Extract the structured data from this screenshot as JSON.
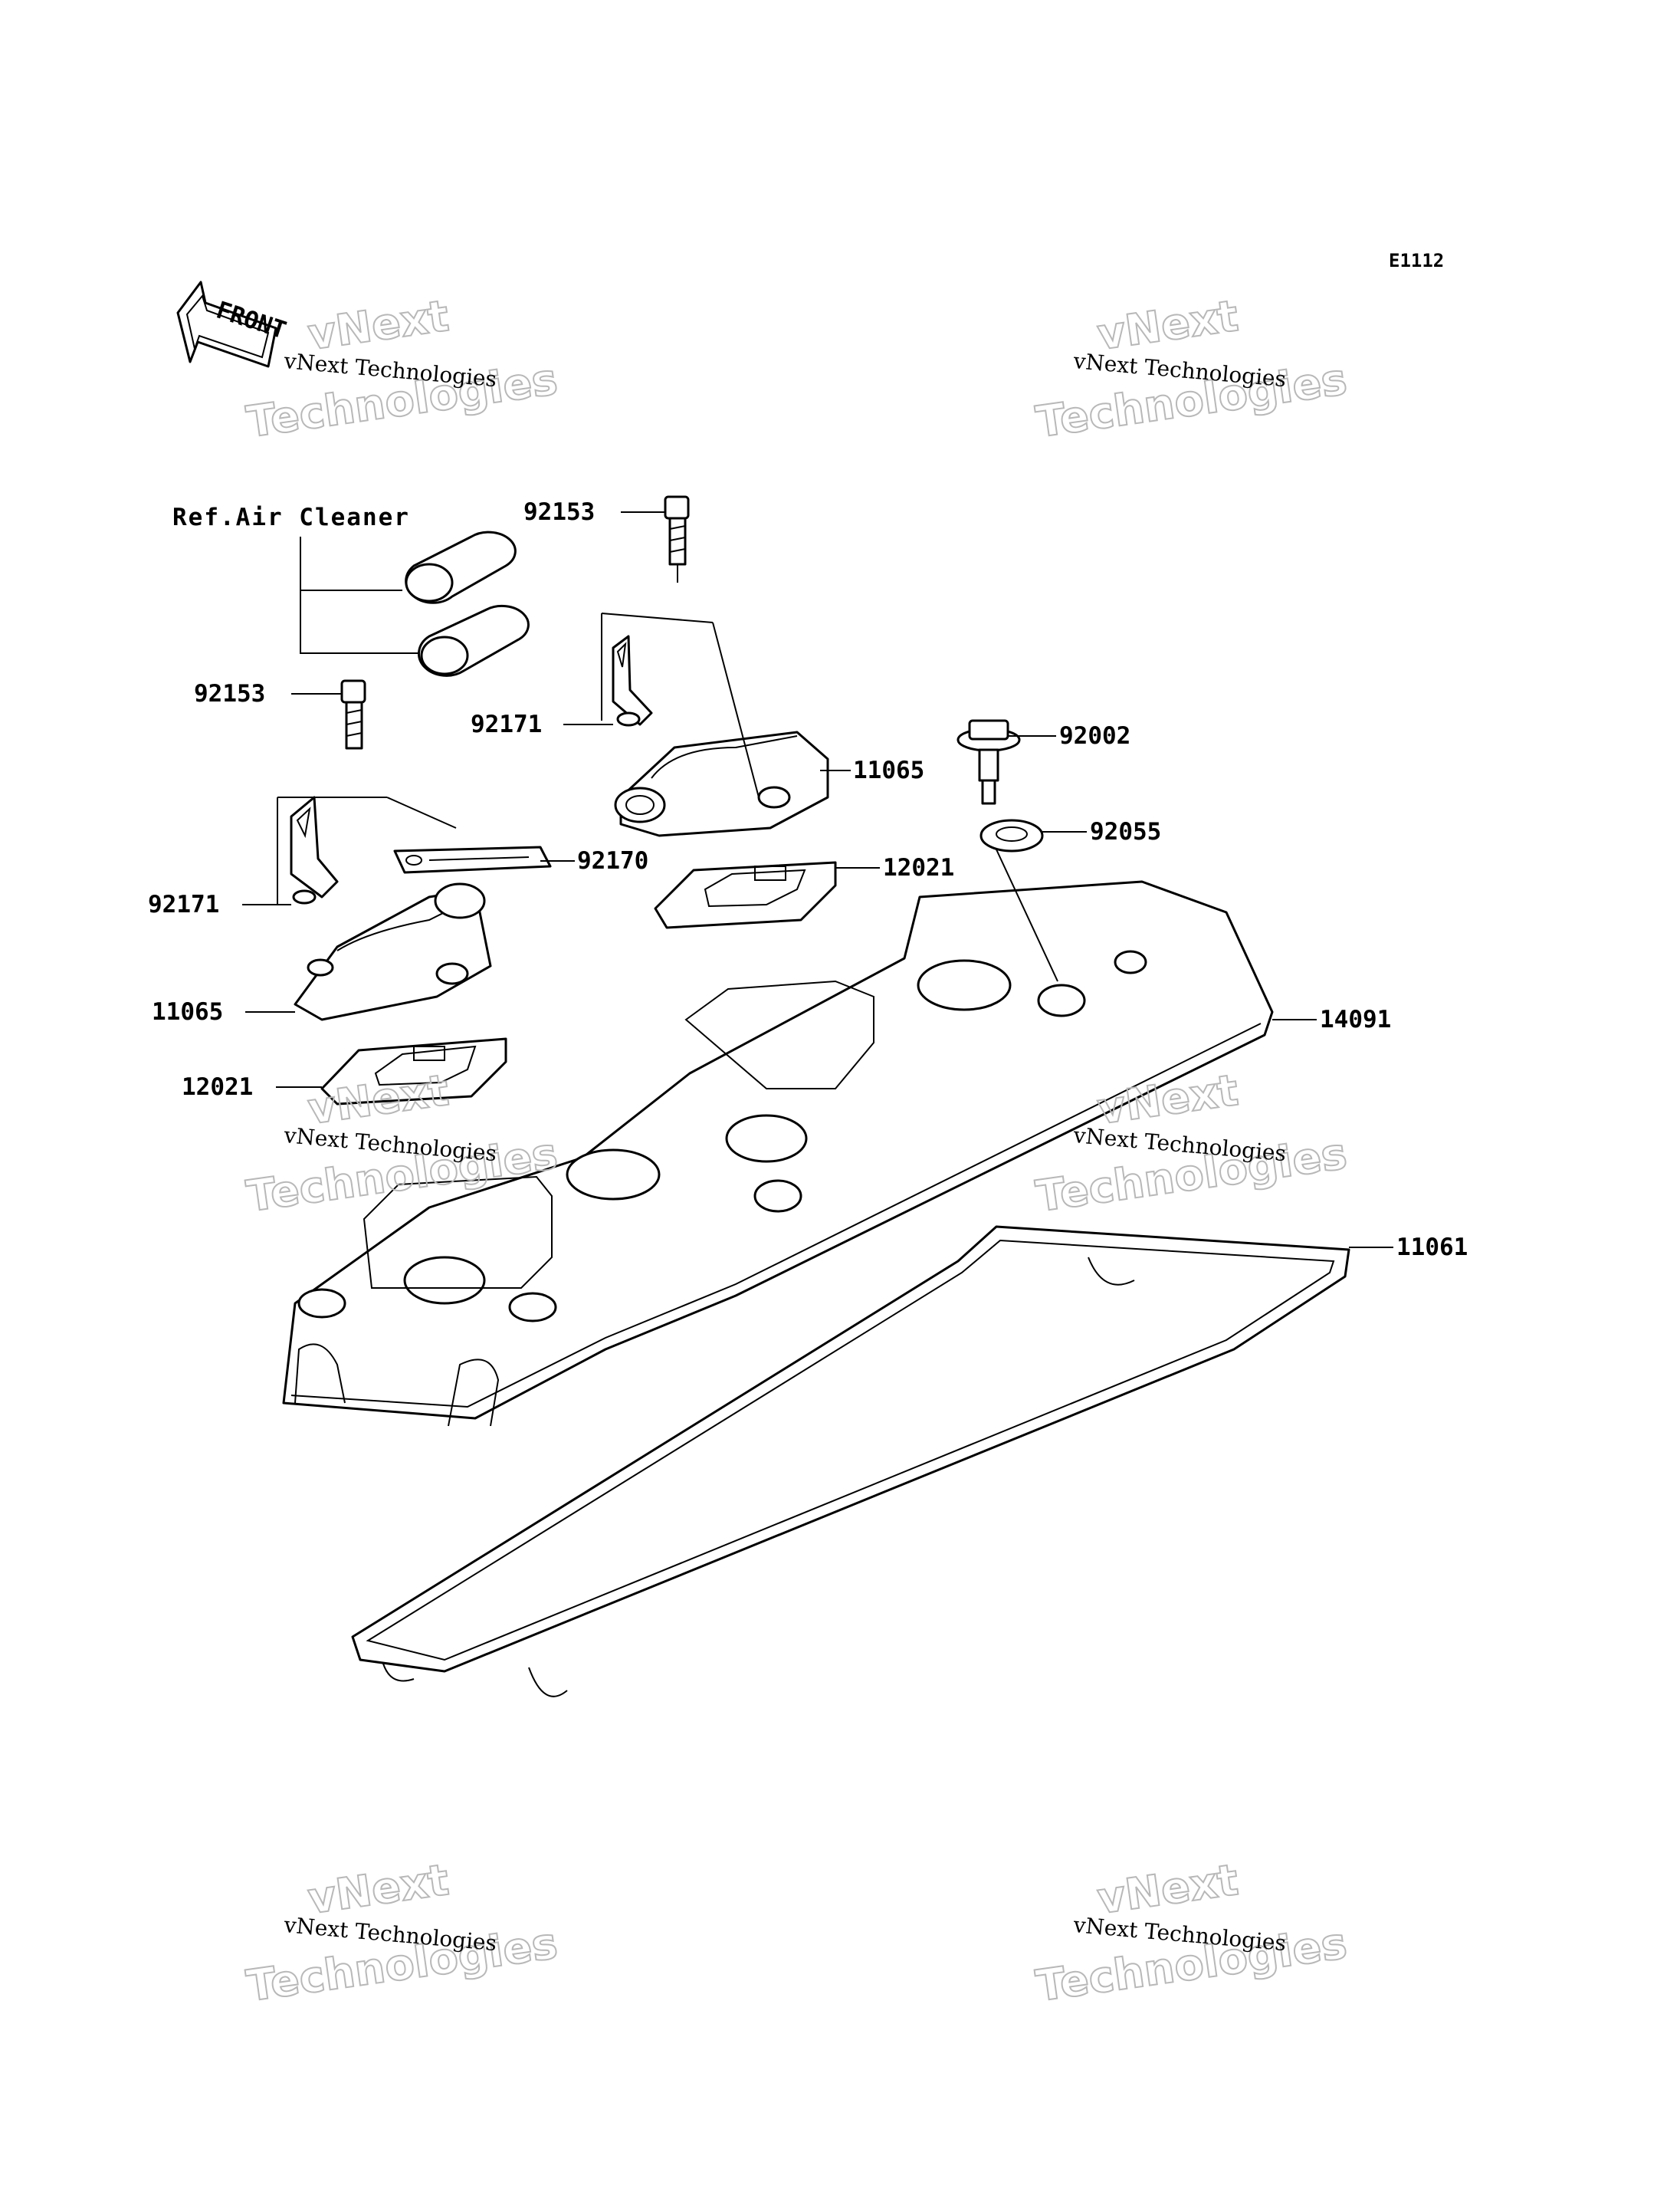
{
  "diagram": {
    "code": "E1112",
    "front_arrow_text": "FRONT",
    "ref_note": "Ref.Air Cleaner",
    "callouts": [
      {
        "id": "c1",
        "part": "92153"
      },
      {
        "id": "c2",
        "part": "92153"
      },
      {
        "id": "c3",
        "part": "92171"
      },
      {
        "id": "c4",
        "part": "92171"
      },
      {
        "id": "c5",
        "part": "92002"
      },
      {
        "id": "c6",
        "part": "11065"
      },
      {
        "id": "c7",
        "part": "11065"
      },
      {
        "id": "c8",
        "part": "92055"
      },
      {
        "id": "c9",
        "part": "92170"
      },
      {
        "id": "c10",
        "part": "12021"
      },
      {
        "id": "c11",
        "part": "12021"
      },
      {
        "id": "c12",
        "part": "14091"
      },
      {
        "id": "c13",
        "part": "11061"
      }
    ]
  },
  "watermark": {
    "line1": "vNext Technologies",
    "line2a": "vNext",
    "line2b": "Technologies"
  }
}
